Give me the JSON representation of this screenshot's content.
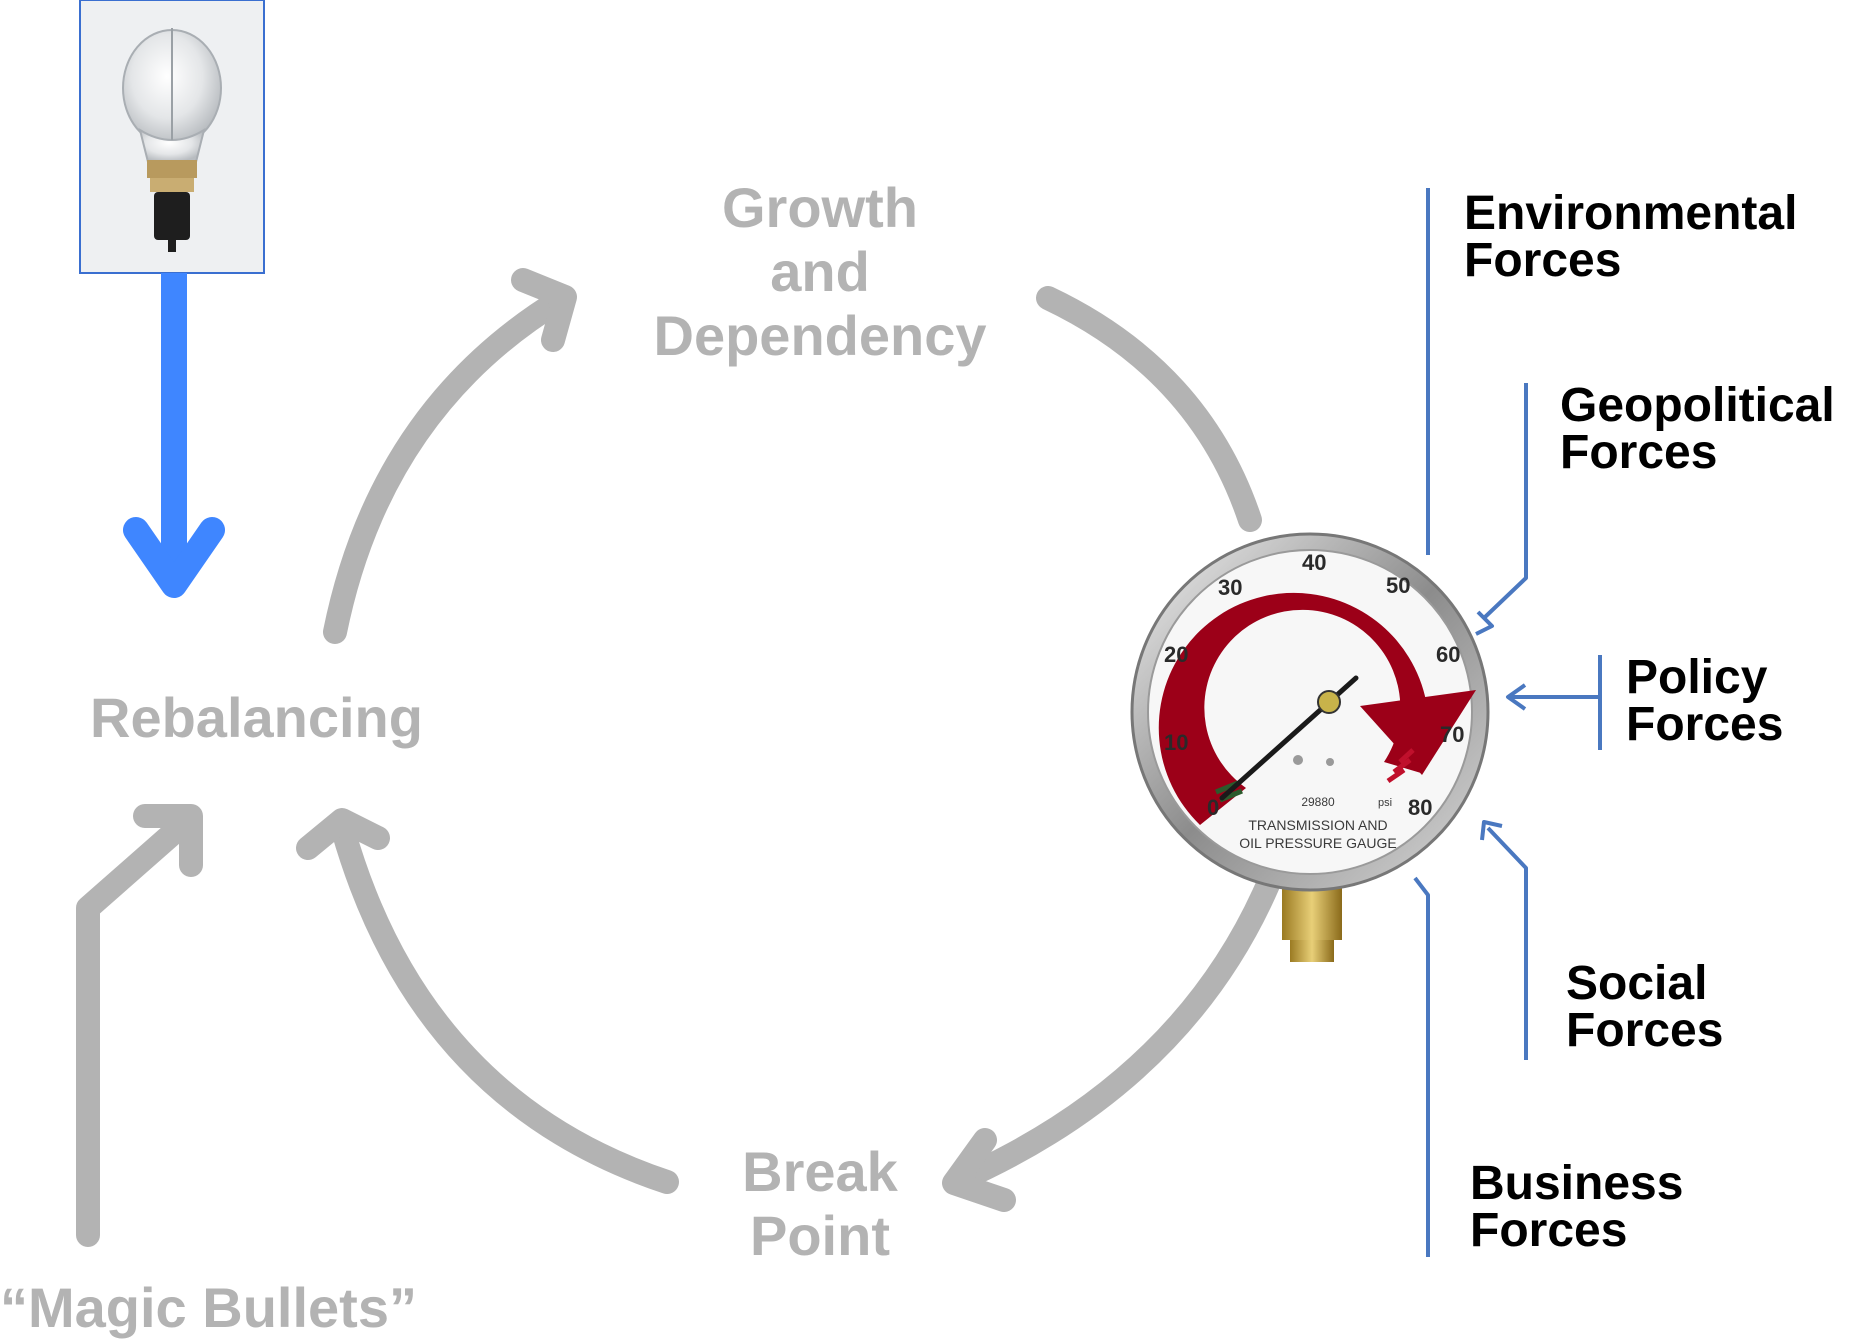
{
  "colors": {
    "cycle_gray": "#b3b3b3",
    "force_line_blue": "#4a78c0",
    "invention_arrow_blue": "#3f86ff",
    "gauge_arc_red": "#9c0018",
    "force_text": "#000000"
  },
  "invention_image": {
    "icon": "light-bulb-icon"
  },
  "cycle": {
    "growth": {
      "line1": "Growth",
      "line2": "and",
      "line3": "Dependency"
    },
    "rebalancing": "Rebalancing",
    "break_point": {
      "line1": "Break",
      "line2": "Point"
    },
    "magic_bullets": "“Magic Bullets”"
  },
  "gauge": {
    "ticks": [
      "0",
      "10",
      "20",
      "30",
      "40",
      "50",
      "60",
      "70",
      "80"
    ],
    "unit": "psi",
    "serial": "29880",
    "caption_line1": "TRANSMISSION AND",
    "caption_line2": "OIL PRESSURE GAUGE"
  },
  "forces": {
    "environmental": {
      "line1": "Environmental",
      "line2": "Forces"
    },
    "geopolitical": {
      "line1": "Geopolitical",
      "line2": "Forces"
    },
    "policy": {
      "line1": "Policy",
      "line2": "Forces"
    },
    "social": {
      "line1": "Social",
      "line2": "Forces"
    },
    "business": {
      "line1": "Business",
      "line2": "Forces"
    }
  }
}
